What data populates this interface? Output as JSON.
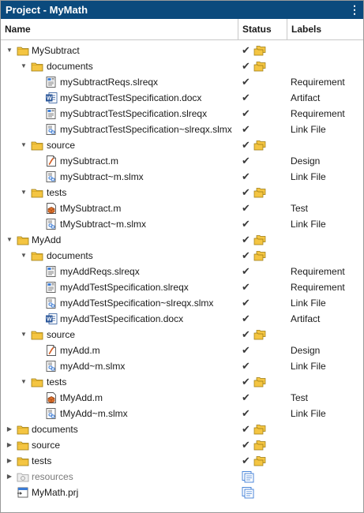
{
  "window": {
    "title": "Project - MyMath",
    "menu_glyph": "⋮"
  },
  "columns": {
    "name": "Name",
    "status": "Status",
    "labels": "Labels"
  },
  "colors": {
    "titlebar": "#0b4a7d",
    "folder": "#f4c542",
    "check": "#3a3a3a"
  },
  "rows": [
    {
      "name": "MySubtract",
      "level": 0,
      "type": "folder",
      "expand": "open",
      "status": "check-folder",
      "label": ""
    },
    {
      "name": "documents",
      "level": 1,
      "type": "folder",
      "expand": "open",
      "status": "check-folder",
      "label": ""
    },
    {
      "name": "mySubtractReqs.slreqx",
      "level": 2,
      "type": "req",
      "expand": "none",
      "status": "check",
      "label": "Requirement"
    },
    {
      "name": "mySubtractTestSpecification.docx",
      "level": 2,
      "type": "word",
      "expand": "none",
      "status": "check",
      "label": "Artifact"
    },
    {
      "name": "mySubtractTestSpecification.slreqx",
      "level": 2,
      "type": "req",
      "expand": "none",
      "status": "check",
      "label": "Requirement"
    },
    {
      "name": "mySubtractTestSpecification~slreqx.slmx",
      "level": 2,
      "type": "link",
      "expand": "none",
      "status": "check",
      "label": "Link File"
    },
    {
      "name": "source",
      "level": 1,
      "type": "folder",
      "expand": "open",
      "status": "check-folder",
      "label": ""
    },
    {
      "name": "mySubtract.m",
      "level": 2,
      "type": "mfile",
      "expand": "none",
      "status": "check",
      "label": "Design"
    },
    {
      "name": "mySubtract~m.slmx",
      "level": 2,
      "type": "link",
      "expand": "none",
      "status": "check",
      "label": "Link File"
    },
    {
      "name": "tests",
      "level": 1,
      "type": "folder",
      "expand": "open",
      "status": "check-folder",
      "label": ""
    },
    {
      "name": "tMySubtract.m",
      "level": 2,
      "type": "test",
      "expand": "none",
      "status": "check",
      "label": "Test"
    },
    {
      "name": "tMySubtract~m.slmx",
      "level": 2,
      "type": "link",
      "expand": "none",
      "status": "check",
      "label": "Link File"
    },
    {
      "name": "MyAdd",
      "level": 0,
      "type": "folder",
      "expand": "open",
      "status": "check-folder",
      "label": ""
    },
    {
      "name": "documents",
      "level": 1,
      "type": "folder",
      "expand": "open",
      "status": "check-folder",
      "label": ""
    },
    {
      "name": "myAddReqs.slreqx",
      "level": 2,
      "type": "req",
      "expand": "none",
      "status": "check",
      "label": "Requirement"
    },
    {
      "name": "myAddTestSpecification.slreqx",
      "level": 2,
      "type": "req",
      "expand": "none",
      "status": "check",
      "label": "Requirement"
    },
    {
      "name": "myAddTestSpecification~slreqx.slmx",
      "level": 2,
      "type": "link",
      "expand": "none",
      "status": "check",
      "label": "Link File"
    },
    {
      "name": "myAddTestSpecification.docx",
      "level": 2,
      "type": "word",
      "expand": "none",
      "status": "check",
      "label": "Artifact"
    },
    {
      "name": "source",
      "level": 1,
      "type": "folder",
      "expand": "open",
      "status": "check-folder",
      "label": ""
    },
    {
      "name": "myAdd.m",
      "level": 2,
      "type": "mfile",
      "expand": "none",
      "status": "check",
      "label": "Design"
    },
    {
      "name": "myAdd~m.slmx",
      "level": 2,
      "type": "link",
      "expand": "none",
      "status": "check",
      "label": "Link File"
    },
    {
      "name": "tests",
      "level": 1,
      "type": "folder",
      "expand": "open",
      "status": "check-folder",
      "label": ""
    },
    {
      "name": "tMyAdd.m",
      "level": 2,
      "type": "test",
      "expand": "none",
      "status": "check",
      "label": "Test"
    },
    {
      "name": "tMyAdd~m.slmx",
      "level": 2,
      "type": "link",
      "expand": "none",
      "status": "check",
      "label": "Link File"
    },
    {
      "name": "documents",
      "level": 0,
      "type": "folder",
      "expand": "closed",
      "status": "check-folder",
      "label": ""
    },
    {
      "name": "source",
      "level": 0,
      "type": "folder",
      "expand": "closed",
      "status": "check-folder",
      "label": ""
    },
    {
      "name": "tests",
      "level": 0,
      "type": "folder",
      "expand": "closed",
      "status": "check-folder",
      "label": ""
    },
    {
      "name": "resources",
      "level": 0,
      "type": "resources",
      "expand": "closed",
      "status": "project",
      "label": ""
    },
    {
      "name": "MyMath.prj",
      "level": 0,
      "type": "prj",
      "expand": "none",
      "status": "project",
      "label": ""
    }
  ]
}
